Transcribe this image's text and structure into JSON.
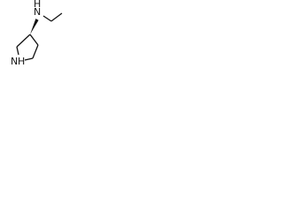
{
  "molecule": {
    "atoms": {
      "amine_nitrogen": "N",
      "amine_hydrogen": "H",
      "ring_nitrogen": "N",
      "ring_hydrogen": "H"
    },
    "stereo_bond": "wedge",
    "ink_color": "#111111"
  }
}
